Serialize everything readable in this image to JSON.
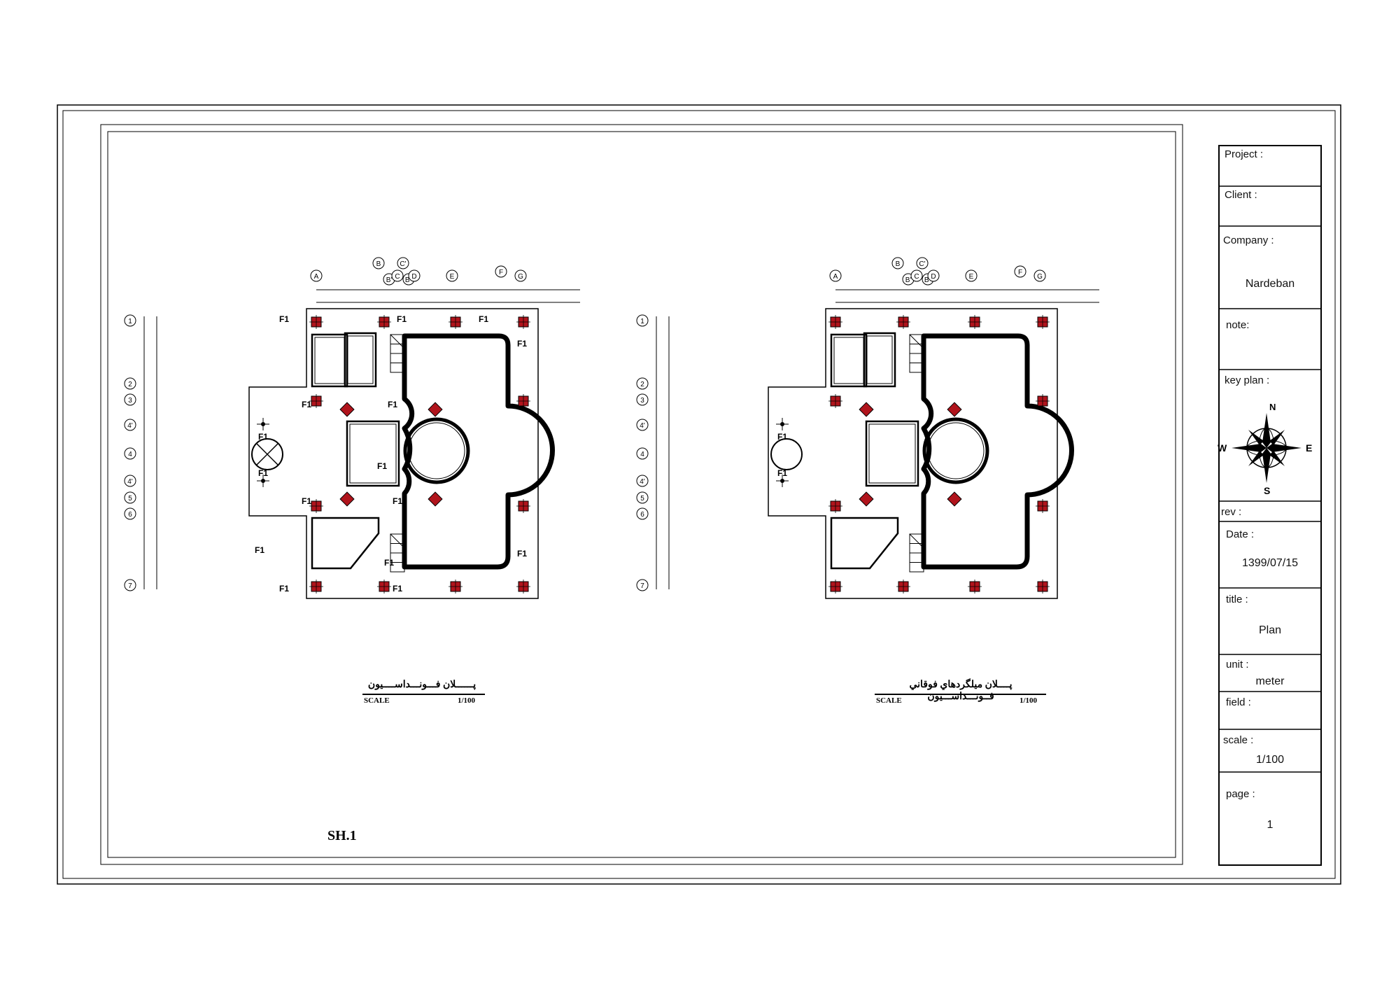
{
  "sheet": {
    "id": "SH.1"
  },
  "plans": [
    {
      "title": "پــــــلان فـــونـــداســــيون",
      "scale_label": "SCALE",
      "scale_value": "1/100",
      "footing_label": "F1",
      "grid_letters": [
        "A",
        "B",
        "B'",
        "C",
        "C'",
        "B\"",
        "D",
        "E",
        "F",
        "G"
      ],
      "grid_numbers": [
        "1",
        "2",
        "3",
        "4'",
        "4",
        "4'",
        "5",
        "6",
        "7"
      ]
    },
    {
      "title": "پــــلان ميلگردهاي فوقاني فــونـــداســـيون",
      "scale_label": "SCALE",
      "scale_value": "1/100",
      "footing_label": "F1",
      "grid_letters": [
        "A",
        "B",
        "B'",
        "C",
        "C'",
        "B\"",
        "D",
        "E",
        "F",
        "G"
      ],
      "grid_numbers": [
        "1",
        "2",
        "3",
        "4'",
        "4",
        "4'",
        "5",
        "6",
        "7"
      ]
    }
  ],
  "title_block": {
    "project_label": "Project :",
    "project_value": "",
    "client_label": "Client :",
    "client_value": "",
    "company_label": "Company :",
    "company_value": "Nardeban",
    "note_label": "note:",
    "key_plan_label": "key plan :",
    "compass": {
      "n": "N",
      "e": "E",
      "s": "S",
      "w": "W"
    },
    "rev_label": "rev :",
    "date_label": "Date :",
    "date_value": "1399/07/15",
    "title_label": "title :",
    "title_value": "Plan",
    "unit_label": "unit :",
    "unit_value": "meter",
    "field_label": "field :",
    "scale_label": "scale :",
    "scale_value": "1/100",
    "page_label": "page :",
    "page_value": "1"
  },
  "colors": {
    "line": "#000000",
    "column": "#b0141c",
    "paper": "#ffffff"
  }
}
